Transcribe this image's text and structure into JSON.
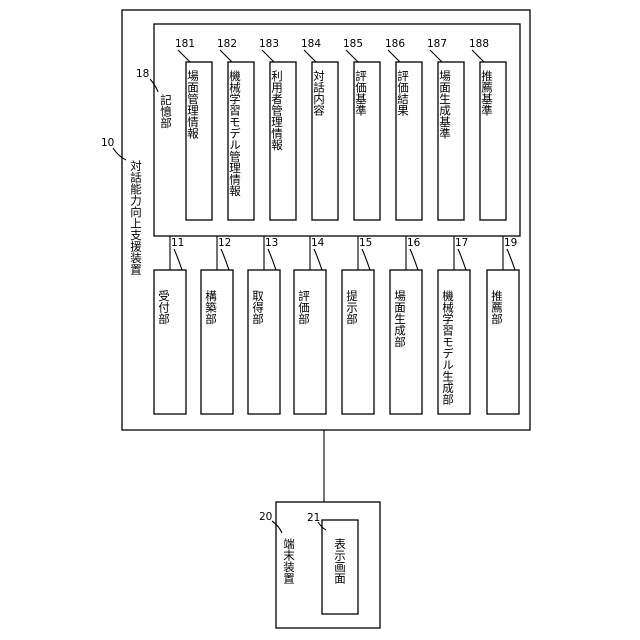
{
  "system": {
    "ref": "10",
    "label": "対話能力向上支援装置"
  },
  "storage": {
    "ref": "18",
    "label": "記憶部",
    "items": [
      {
        "ref": "181",
        "label": "場面管理情報"
      },
      {
        "ref": "182",
        "label": "機械学習モデル管理情報"
      },
      {
        "ref": "183",
        "label": "利用者管理情報"
      },
      {
        "ref": "184",
        "label": "対話内容"
      },
      {
        "ref": "185",
        "label": "評価基準"
      },
      {
        "ref": "186",
        "label": "評価結果"
      },
      {
        "ref": "187",
        "label": "場面生成基準"
      },
      {
        "ref": "188",
        "label": "推薦基準"
      }
    ]
  },
  "units": [
    {
      "ref": "11",
      "label": "受付部"
    },
    {
      "ref": "12",
      "label": "構築部"
    },
    {
      "ref": "13",
      "label": "取得部"
    },
    {
      "ref": "14",
      "label": "評価部"
    },
    {
      "ref": "15",
      "label": "提示部"
    },
    {
      "ref": "16",
      "label": "場面生成部"
    },
    {
      "ref": "17",
      "label": "機械学習モデル生成部"
    },
    {
      "ref": "19",
      "label": "推薦部"
    }
  ],
  "terminal": {
    "ref": "20",
    "label": "端末装置",
    "screen": {
      "ref": "21",
      "label": "表示画面"
    }
  }
}
